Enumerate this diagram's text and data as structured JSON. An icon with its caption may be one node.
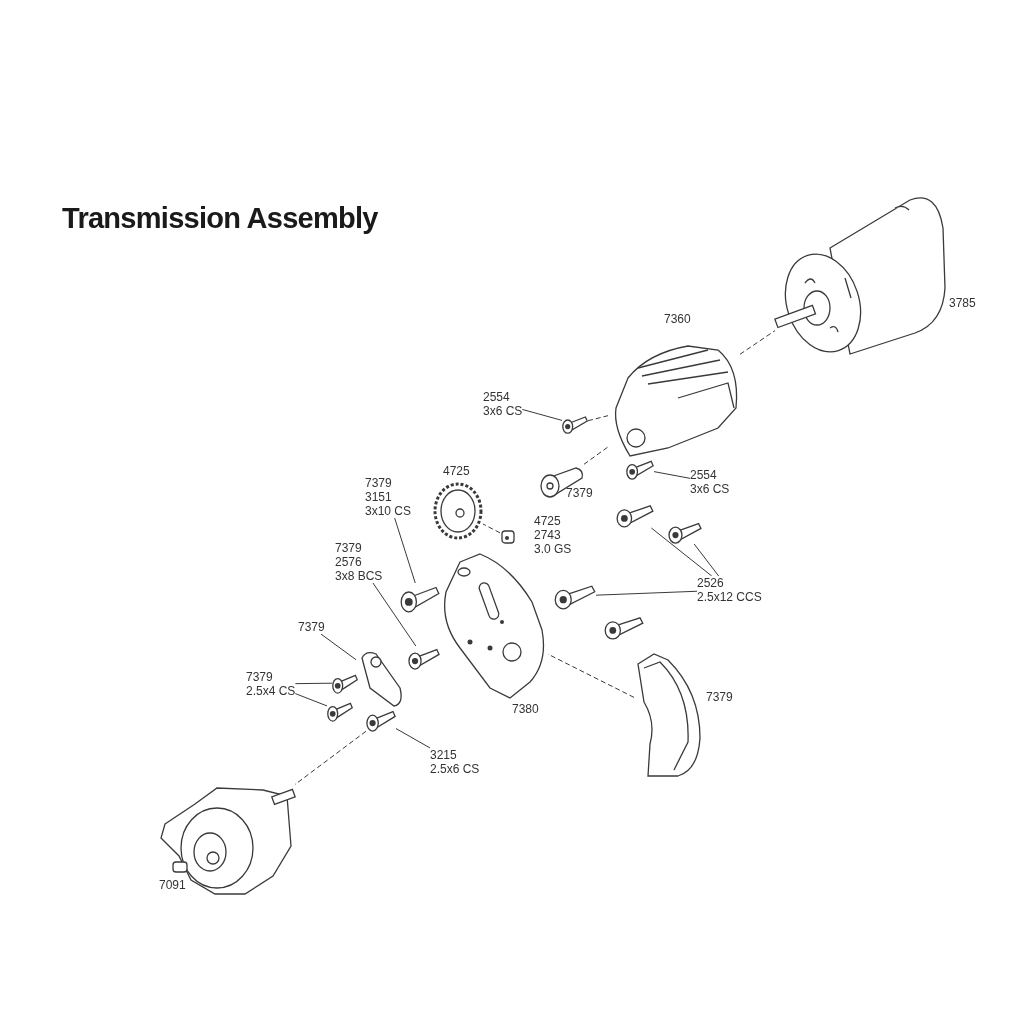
{
  "diagram": {
    "title": "Transmission Assembly",
    "nodes": [
      {
        "text": [
          "2554",
          "3x6 CS"
        ]
      },
      {
        "text": [],
        "shape": "motor",
        "beside": [
          "3785"
        ]
      },
      {
        "text": [],
        "shape": "housing",
        "beside": [
          "7360"
        ]
      },
      {
        "text": [],
        "shape": "screw"
      },
      {
        "text": [
          "2554",
          "3x6 CS"
        ]
      },
      {
        "text": [],
        "shape": "screw"
      },
      {
        "text": [],
        "shape": "gear",
        "beside": [
          "4725"
        ]
      },
      {
        "text": [],
        "shape": "spacer",
        "beside": [
          "7379"
        ]
      },
      {
        "text": [],
        "shape": "setscrew",
        "beside": [
          "4725",
          "2743",
          "3.0 GS"
        ]
      },
      {
        "text": [
          "7379",
          "3151",
          "3x10 CS"
        ]
      },
      {
        "text": [],
        "shape": "screw"
      },
      {
        "text": [
          "7379",
          "2576",
          "3x8 BCS"
        ]
      },
      {
        "text": [],
        "shape": "screw"
      },
      {
        "text": [
          "7379"
        ]
      },
      {
        "text": [],
        "shape": "bracket"
      },
      {
        "text": [
          "7379",
          "2.5x4 CS"
        ]
      },
      {
        "text": [],
        "shape": "screw"
      },
      {
        "text": [],
        "shape": "screw"
      },
      {
        "text": [
          "3215",
          "2.5x6 CS"
        ]
      },
      {
        "text": [],
        "shape": "screw"
      },
      {
        "text": [],
        "shape": "plate",
        "beside": [
          "7380"
        ]
      },
      {
        "text": [
          "2526",
          "2.5x12 CCS"
        ]
      },
      {
        "text": [],
        "shape": "screw"
      },
      {
        "text": [],
        "shape": "screw"
      },
      {
        "text": [],
        "shape": "screw"
      },
      {
        "text": [],
        "shape": "screw"
      },
      {
        "text": [],
        "shape": "cover",
        "beside": [
          "7379"
        ]
      },
      {
        "text": [],
        "shape": "gearbox",
        "beside": [
          "7091"
        ]
      }
    ],
    "edges": [
      {
        "from": 0,
        "to": 3,
        "arrow": "none"
      },
      {
        "from": 4,
        "to": 5,
        "arrow": "none"
      },
      {
        "from": 9,
        "to": 10,
        "arrow": "none"
      },
      {
        "from": 11,
        "to": 12,
        "arrow": "none"
      },
      {
        "from": 13,
        "to": 14,
        "arrow": "none"
      },
      {
        "from": 15,
        "to": 16,
        "arrow": "none"
      },
      {
        "from": 15,
        "to": 17,
        "arrow": "none"
      },
      {
        "from": 18,
        "to": 19,
        "arrow": "none"
      },
      {
        "from": 21,
        "to": 22,
        "arrow": "none"
      },
      {
        "from": 21,
        "to": 23,
        "arrow": "none"
      },
      {
        "from": 21,
        "to": 24,
        "arrow": "none"
      },
      {
        "from": 2,
        "to": 1,
        "arrow": "none",
        "style": "dashed"
      },
      {
        "from": 8,
        "to": 6,
        "arrow": "none",
        "style": "dashed"
      },
      {
        "from": 7,
        "to": 2,
        "arrow": "none",
        "style": "dashed"
      },
      {
        "from": 3,
        "to": 2,
        "arrow": "none",
        "style": "dashed"
      },
      {
        "from": 19,
        "to": 27,
        "arrow": "none",
        "style": "dashed"
      },
      {
        "from": 26,
        "to": 20,
        "arrow": "none",
        "style": "dashed"
      }
    ]
  }
}
